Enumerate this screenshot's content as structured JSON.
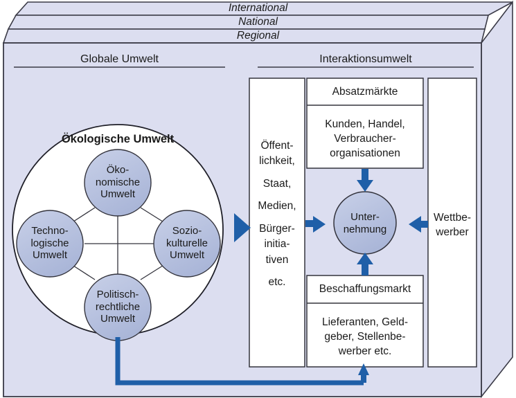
{
  "diagram": {
    "title_bands": [
      {
        "id": "international",
        "label": "International"
      },
      {
        "id": "national",
        "label": "National"
      },
      {
        "id": "regional",
        "label": "Regional"
      }
    ],
    "sections": {
      "global": {
        "label": "Globale Umwelt"
      },
      "interaction": {
        "label": "Interaktionsumwelt"
      }
    },
    "ecological": {
      "title": "Ökologische Umwelt",
      "nodes": [
        {
          "id": "oekonomische",
          "lines": [
            "Öko-",
            "nomische",
            "Umwelt"
          ]
        },
        {
          "id": "soziokulturelle",
          "lines": [
            "Sozio-",
            "kulturelle",
            "Umwelt"
          ]
        },
        {
          "id": "politisch-rechtliche",
          "lines": [
            "Politisch-",
            "rechtliche",
            "Umwelt"
          ]
        },
        {
          "id": "technologische",
          "lines": [
            "Techno-",
            "logische",
            "Umwelt"
          ]
        }
      ]
    },
    "stakeholder_column": {
      "lines": [
        "Öffent-",
        "lichkeit,",
        "",
        "Staat,",
        "",
        "Medien,",
        "",
        "Bürger-",
        "initia-",
        "tiven",
        "",
        "etc."
      ]
    },
    "absatzmaerkte": {
      "title": "Absatzmärkte",
      "body": [
        "Kunden, Handel,",
        "Verbraucher-",
        "organisationen"
      ]
    },
    "beschaffungsmarkt": {
      "title": "Beschaffungsmarkt",
      "body": [
        "Lieferanten, Geld-",
        "geber, Stellenbe-",
        "werber etc."
      ]
    },
    "unternehmung": {
      "lines": [
        "Unter-",
        "nehmung"
      ]
    },
    "wettbewerber": {
      "lines": [
        "Wettbe-",
        "werber"
      ]
    },
    "colors": {
      "panel_bg": "#dcdef0",
      "circle_fill": "#b9c3e0",
      "white_fill": "#ffffff",
      "arrow_blue": "#1f5fa8",
      "outline": "#3a3a46",
      "text": "#1a1a1a"
    }
  }
}
